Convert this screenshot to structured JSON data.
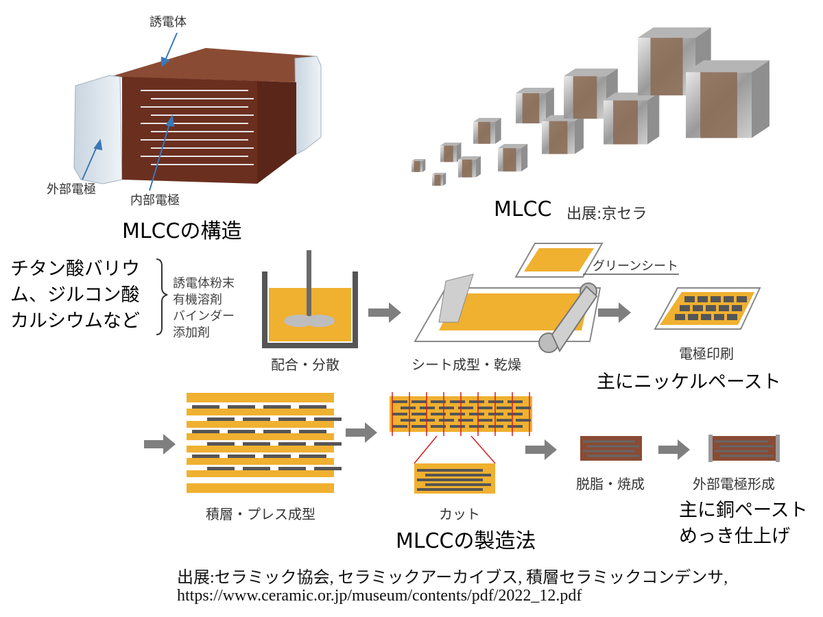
{
  "structure": {
    "label_dielectric": "誘電体",
    "label_external_electrode": "外部電極",
    "label_internal_electrode": "内部電極",
    "caption": "MLCCの構造"
  },
  "photo": {
    "caption_main": "MLCC",
    "caption_source": "出展:京セラ"
  },
  "process": {
    "powder_note": [
      "チタン酸バリウ",
      "ム、ジルコン酸",
      "カルシウムなど"
    ],
    "materials": [
      "誘電体粉末",
      "有機溶剤",
      "バインダー",
      "添加剤"
    ],
    "green_sheet_label": "グリーンシート",
    "steps": {
      "mixing": "配合・分散",
      "sheet_forming": "シート成型・乾燥",
      "electrode_printing": "電極印刷",
      "lamination": "積層・プレス成型",
      "cutting": "カット",
      "debinding_firing": "脱脂・焼成",
      "external_electrode": "外部電極形成"
    },
    "notes": {
      "nickel": "主にニッケルペースト",
      "copper_1": "主に銅ペースト",
      "copper_2": "めっき仕上げ"
    },
    "caption": "MLCCの製造法"
  },
  "source": {
    "line1": "出展:セラミック協会, セラミックアーカイブス, 積層セラミックコンデンサ,",
    "line2": "https://www.ceramic.or.jp/museum/contents/pdf/2022_12.pdf"
  },
  "colors": {
    "dielectric": "#7a3b2a",
    "electrode": "#d8e2ea",
    "slurry": "#f0b030",
    "arrow": "#7f7f7f",
    "inner_electrode": "#555555",
    "cut_line": "#d21e1e"
  }
}
